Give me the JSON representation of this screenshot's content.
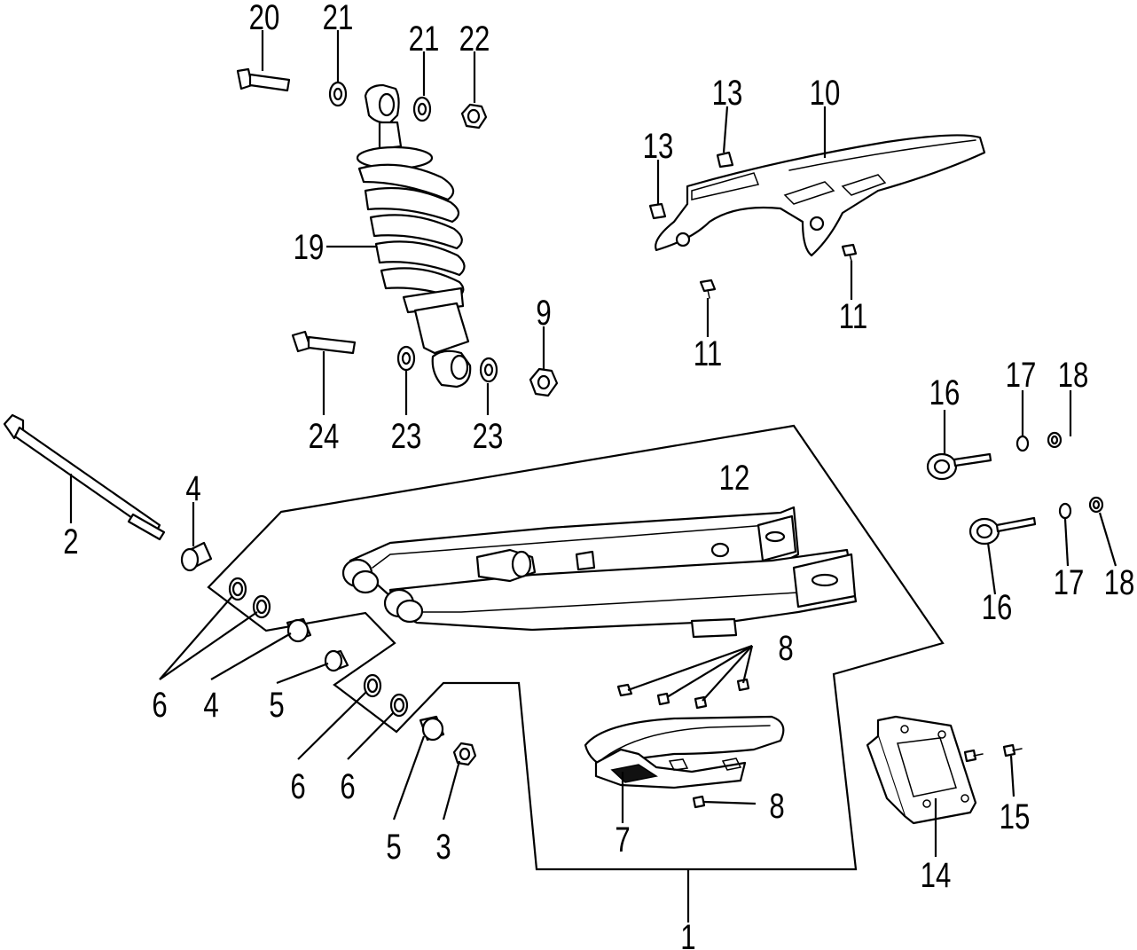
{
  "callouts": {
    "c1": "1",
    "c2": "2",
    "c3": "3",
    "c4a": "4",
    "c4b": "4",
    "c5a": "5",
    "c5b": "5",
    "c6a": "6",
    "c6b": "6",
    "c6c": "6",
    "c7": "7",
    "c8a": "8",
    "c8b": "8",
    "c9": "9",
    "c10": "10",
    "c11a": "11",
    "c11b": "11",
    "c12": "12",
    "c13a": "13",
    "c13b": "13",
    "c14": "14",
    "c15": "15",
    "c16a": "16",
    "c16b": "16",
    "c17a": "17",
    "c17b": "17",
    "c18a": "18",
    "c18b": "18",
    "c19": "19",
    "c20": "20",
    "c21a": "21",
    "c21b": "21",
    "c22": "22",
    "c23a": "23",
    "c23b": "23",
    "c24": "24"
  }
}
